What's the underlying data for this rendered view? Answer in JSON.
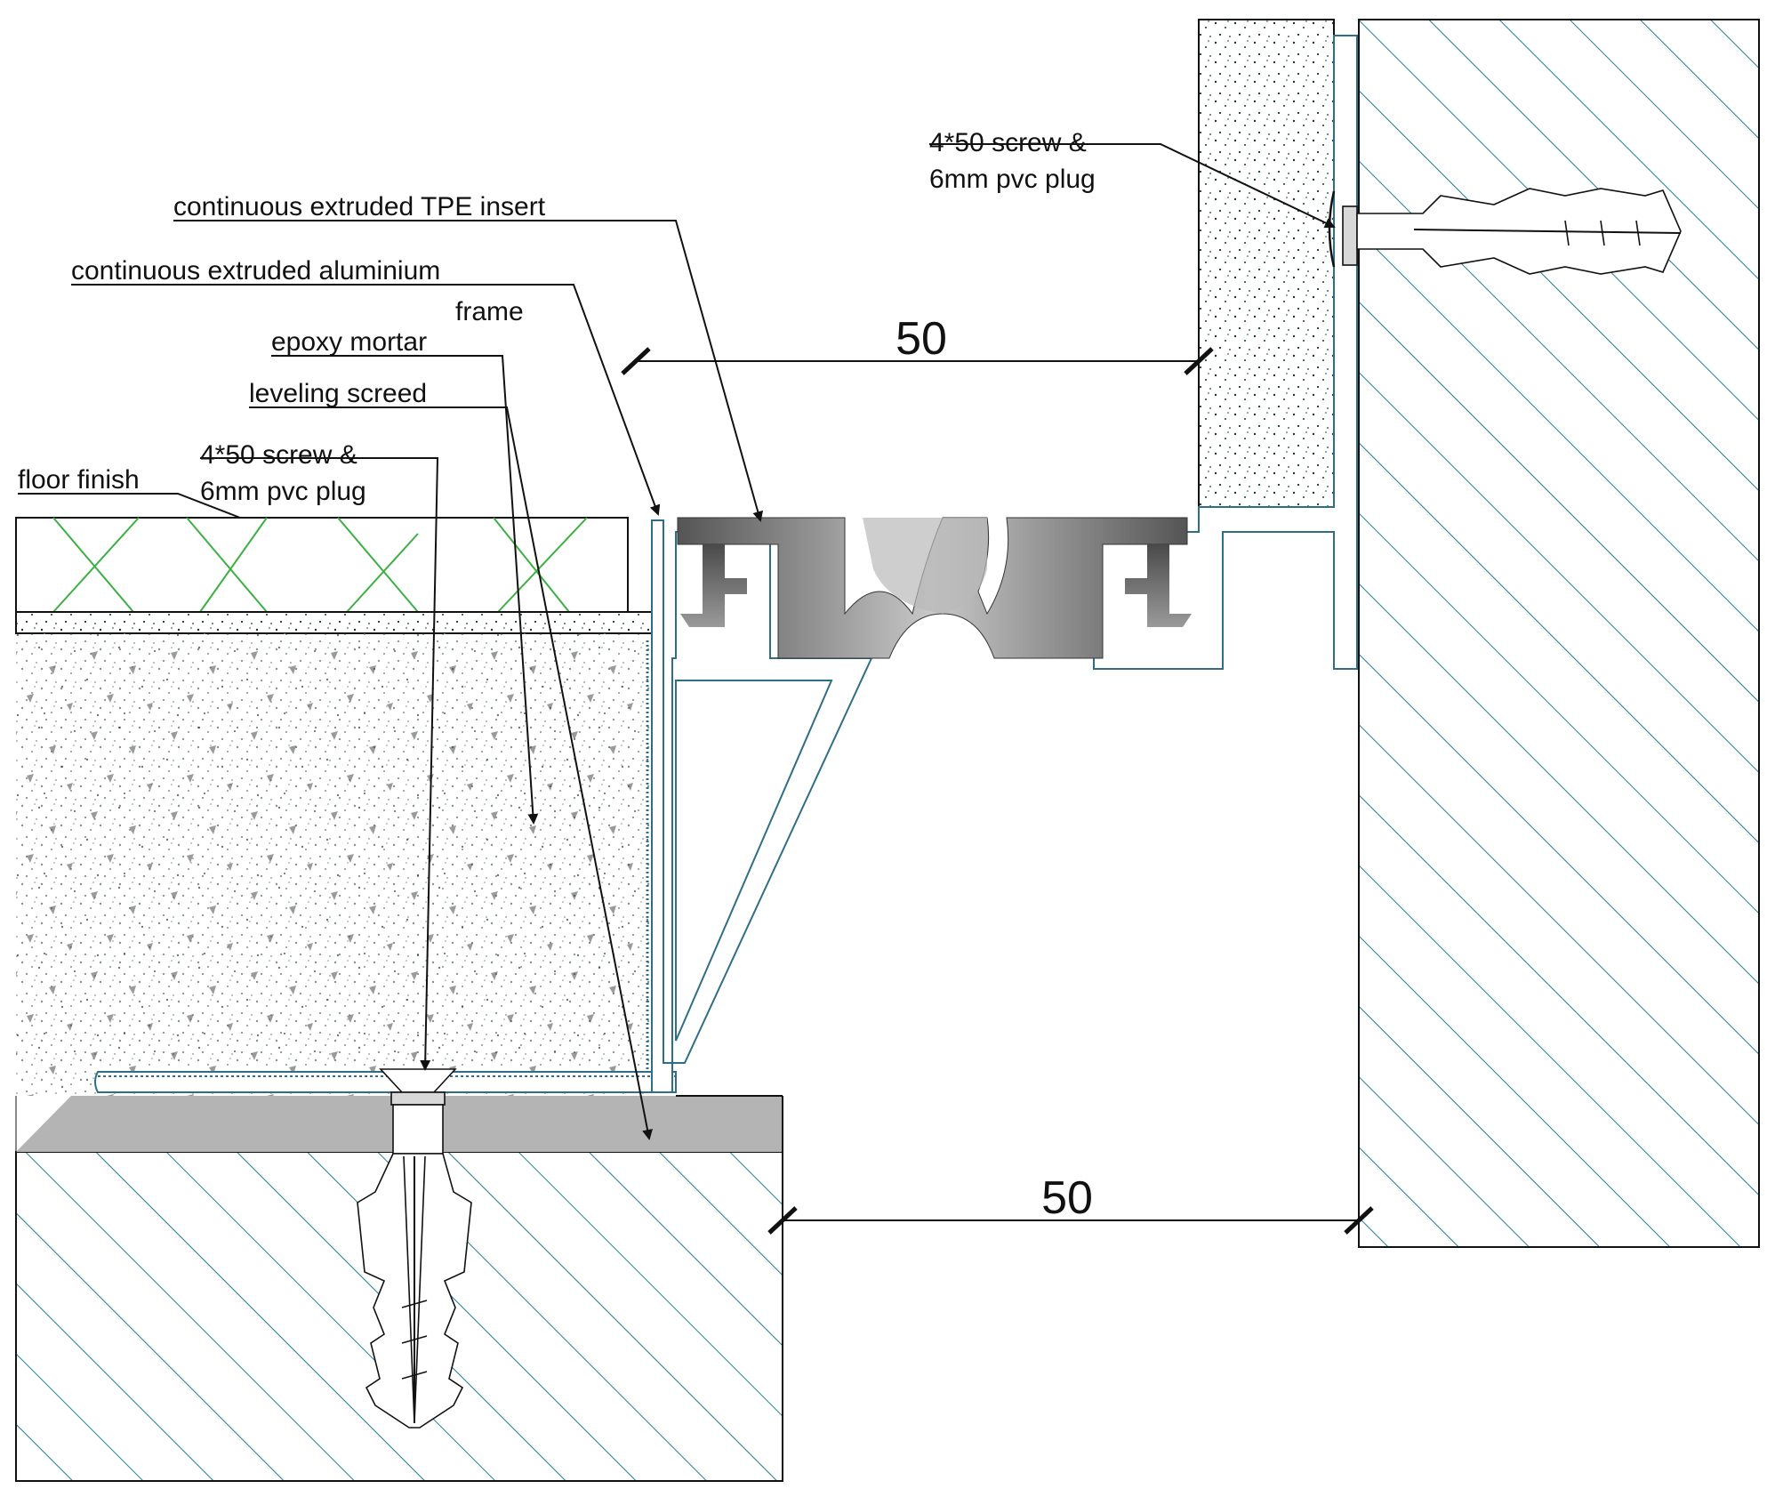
{
  "labels": {
    "screw_wall_line1": "4*50 screw &",
    "screw_wall_line2": "6mm pvc plug",
    "tpe_insert": "continuous extruded TPE  insert",
    "alu_frame_line1": "continuous extruded aluminium",
    "alu_frame_line2": "frame",
    "epoxy_mortar": "epoxy  mortar",
    "leveling_screed": "leveling  screed",
    "screw_floor_line1": "4*50 screw &",
    "screw_floor_line2": "6mm pvc plug",
    "floor_finish": "floor finish"
  },
  "dimensions": {
    "top_gap": "50",
    "bottom_gap": "50"
  },
  "colors": {
    "line": "#111111",
    "hatch": "#1f7f96",
    "frame_outline": "#2f6f86",
    "tile_pattern": "#3cb043",
    "insert_dark": "#555555",
    "insert_light": "#c8c8c8",
    "slab_band": "#b4b4b4",
    "stipple": "#1a3a2a"
  }
}
